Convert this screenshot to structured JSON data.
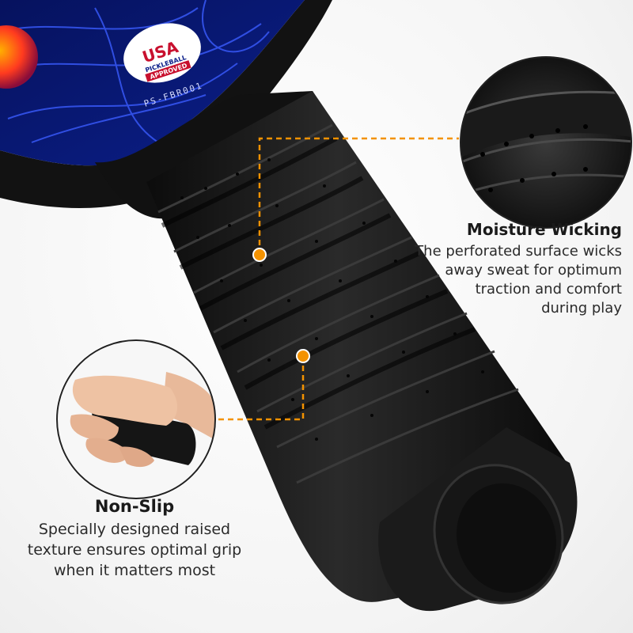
{
  "badge": {
    "line1": "USA",
    "line2": "PICKLEBALL",
    "line3": "APPROVED",
    "model": "PS-FBR001"
  },
  "moisture": {
    "title": "Moisture Wicking",
    "lines": [
      "The perforated surface wicks",
      "away sweat for optimum",
      "traction and comfort",
      "during play"
    ]
  },
  "nonslip": {
    "title": "Non-Slip",
    "lines": [
      "Specially designed raised",
      "texture ensures optimal grip",
      "when it matters most"
    ]
  },
  "colors": {
    "accent": "#f39200",
    "paddle_face": "#0b1f8a",
    "handle": "#151515"
  }
}
